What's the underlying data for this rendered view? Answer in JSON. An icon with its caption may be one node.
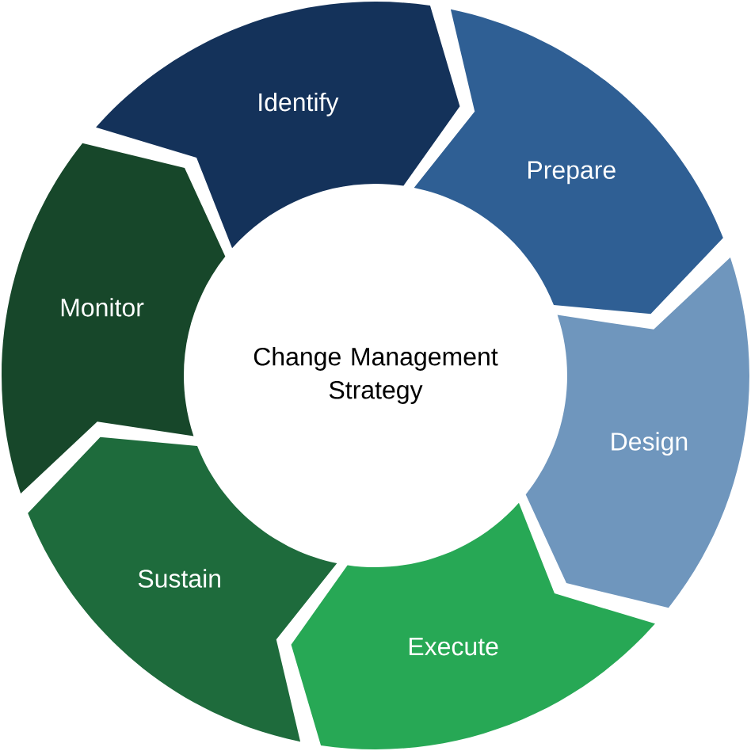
{
  "diagram": {
    "nodes": [
      {
        "text": [
          "Change Management Strategy"
        ]
      },
      {
        "text": [
          "Identify"
        ]
      },
      {
        "text": [
          "Prepare"
        ]
      },
      {
        "text": [
          "Design"
        ]
      },
      {
        "text": [
          "Execute"
        ]
      },
      {
        "text": [
          "Sustain"
        ]
      },
      {
        "text": [
          "Monitor"
        ]
      }
    ]
  }
}
